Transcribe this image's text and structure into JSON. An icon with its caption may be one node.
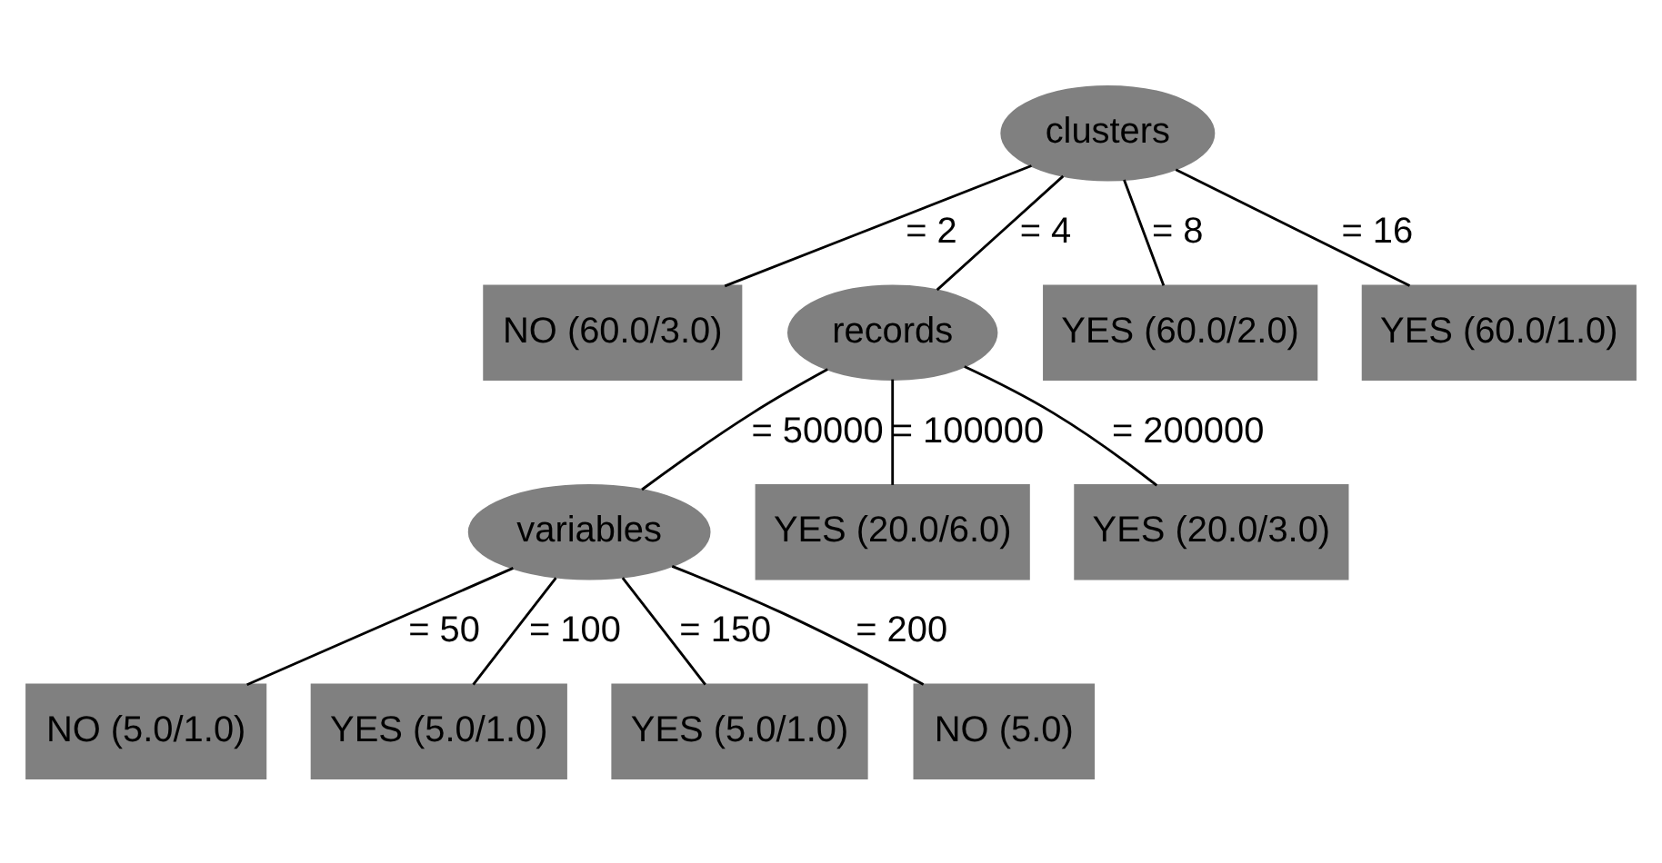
{
  "diagram": {
    "nodes": [
      {
        "text": [
          "clusters"
        ]
      },
      {
        "text": [
          "NO (60.0/3.0)"
        ]
      },
      {
        "text": [
          "records"
        ]
      },
      {
        "text": [
          "YES (60.0/2.0)"
        ]
      },
      {
        "text": [
          "YES (60.0/1.0)"
        ]
      },
      {
        "text": [
          "variables"
        ]
      },
      {
        "text": [
          "YES (20.0/6.0)"
        ]
      },
      {
        "text": [
          "YES (20.0/3.0)"
        ]
      },
      {
        "text": [
          "NO (5.0/1.0)"
        ]
      },
      {
        "text": [
          "YES (5.0/1.0)"
        ]
      },
      {
        "text": [
          "YES (5.0/1.0)"
        ]
      },
      {
        "text": [
          "NO (5.0)"
        ]
      }
    ],
    "edges": [
      {
        "from": 0,
        "to": 1,
        "arrow": "none",
        "label": "= 2"
      },
      {
        "from": 0,
        "to": 2,
        "arrow": "none",
        "label": "= 4"
      },
      {
        "from": 0,
        "to": 3,
        "arrow": "none",
        "label": "= 8"
      },
      {
        "from": 0,
        "to": 4,
        "arrow": "none",
        "label": "= 16"
      },
      {
        "from": 2,
        "to": 5,
        "arrow": "none",
        "label": "= 50000"
      },
      {
        "from": 2,
        "to": 6,
        "arrow": "none",
        "label": "= 100000"
      },
      {
        "from": 2,
        "to": 7,
        "arrow": "none",
        "label": "= 200000"
      },
      {
        "from": 5,
        "to": 8,
        "arrow": "none",
        "label": "= 50"
      },
      {
        "from": 5,
        "to": 9,
        "arrow": "none",
        "label": "= 100"
      },
      {
        "from": 5,
        "to": 10,
        "arrow": "none",
        "label": "= 150"
      },
      {
        "from": 5,
        "to": 11,
        "arrow": "none",
        "label": "= 200"
      }
    ]
  }
}
